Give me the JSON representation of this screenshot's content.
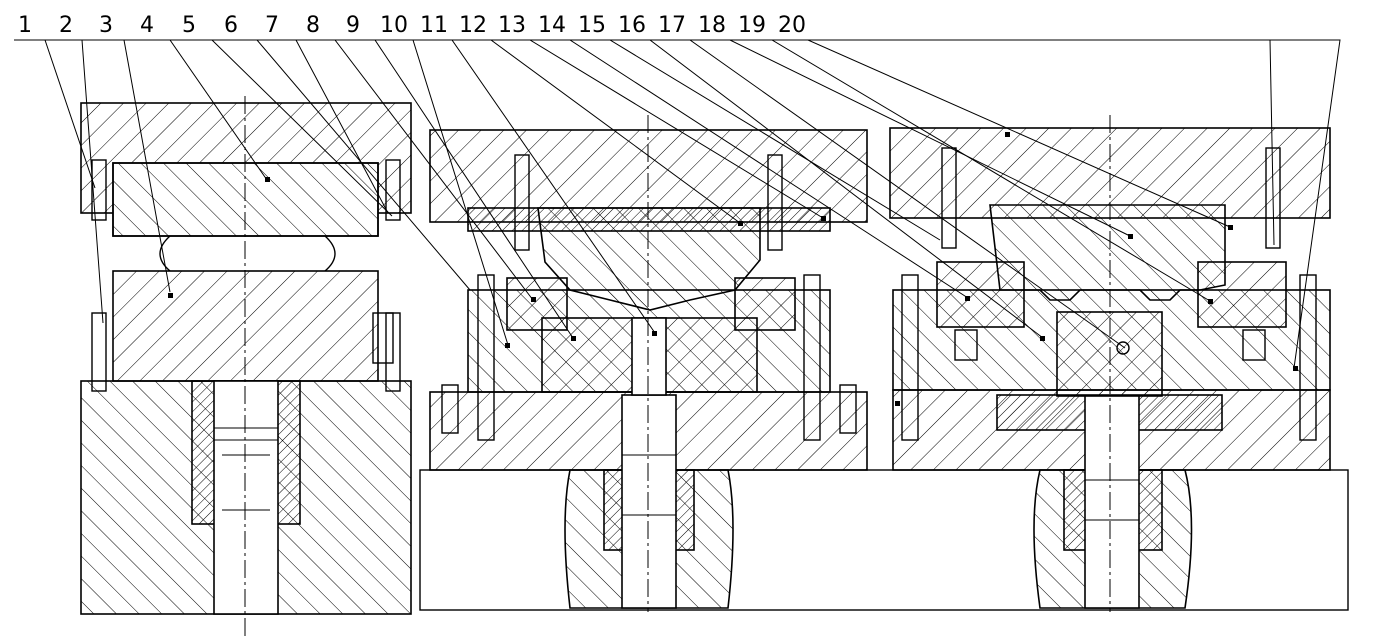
{
  "drawing": {
    "part_numbers": [
      "1",
      "2",
      "3",
      "4",
      "5",
      "6",
      "7",
      "8",
      "9",
      "10",
      "11",
      "12",
      "13",
      "14",
      "15",
      "16",
      "17",
      "18",
      "19",
      "20"
    ]
  },
  "colors": {
    "line": "#000000",
    "background": "#ffffff"
  }
}
